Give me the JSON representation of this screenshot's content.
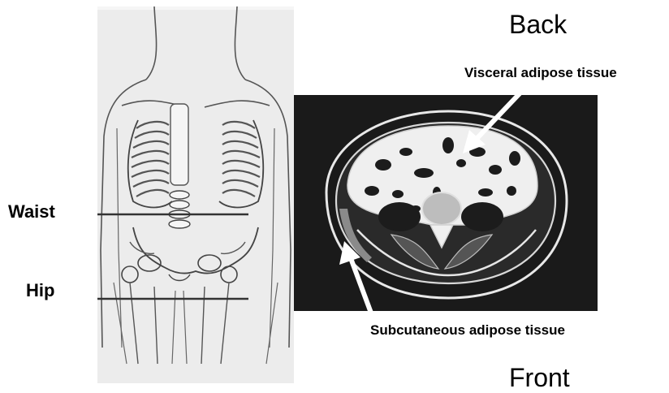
{
  "labels": {
    "back": "Back",
    "front": "Front",
    "waist": "Waist",
    "hip": "Hip",
    "visceral": "Visceral adipose tissue",
    "subcutaneous": "Subcutaneous adipose tissue"
  },
  "colors": {
    "ct_background": "#1a1a1a",
    "adipose": "#efefef",
    "skeleton_bg": "#ececec",
    "line": "#444444",
    "arrow": "#ffffff"
  },
  "icons": [
    "arrow-visceral-icon",
    "arrow-subcutaneous-icon"
  ]
}
